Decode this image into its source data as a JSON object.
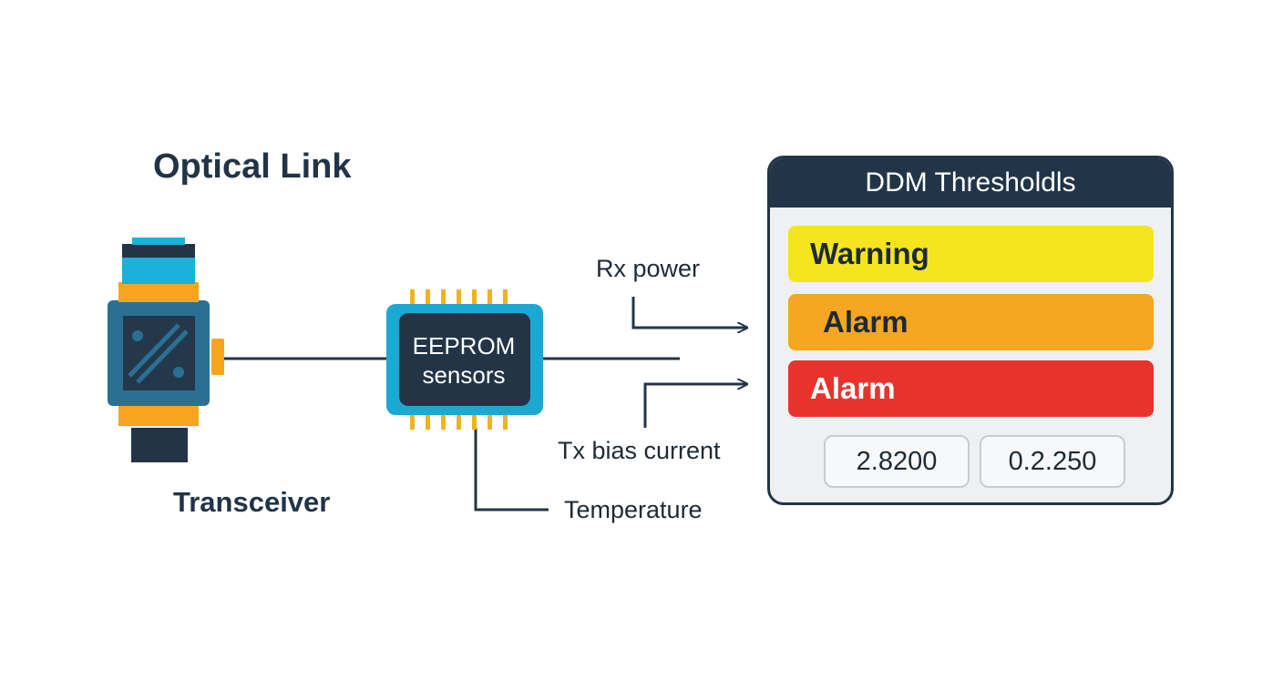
{
  "title": "Optical Link",
  "transceiver": {
    "label": "Transceiver",
    "colors": {
      "body": "#2b6f93",
      "face": "#24384c",
      "accent": "#f6a51c",
      "top": "#1bb1d8",
      "dark": "#233447"
    }
  },
  "chip": {
    "line1": "EEPROM",
    "line2": "sensors",
    "colors": {
      "outer": "#1da8d3",
      "inner": "#233447",
      "pins": "#f3b21a"
    }
  },
  "signals": {
    "rx_power": "Rx power",
    "tx_bias_current": "Tx bias current",
    "temperature": "Temperature"
  },
  "panel": {
    "header": "DDM Thresholdls",
    "levels": [
      {
        "label": "Warning",
        "color": "#f5e51f"
      },
      {
        "label": "Alarm",
        "color": "#f5a623"
      },
      {
        "label": "Alarm",
        "color": "#e8332d"
      }
    ],
    "values": [
      "2.8200",
      "0.2.250"
    ]
  },
  "colors": {
    "line": "#243648",
    "panel_header": "#223548"
  }
}
